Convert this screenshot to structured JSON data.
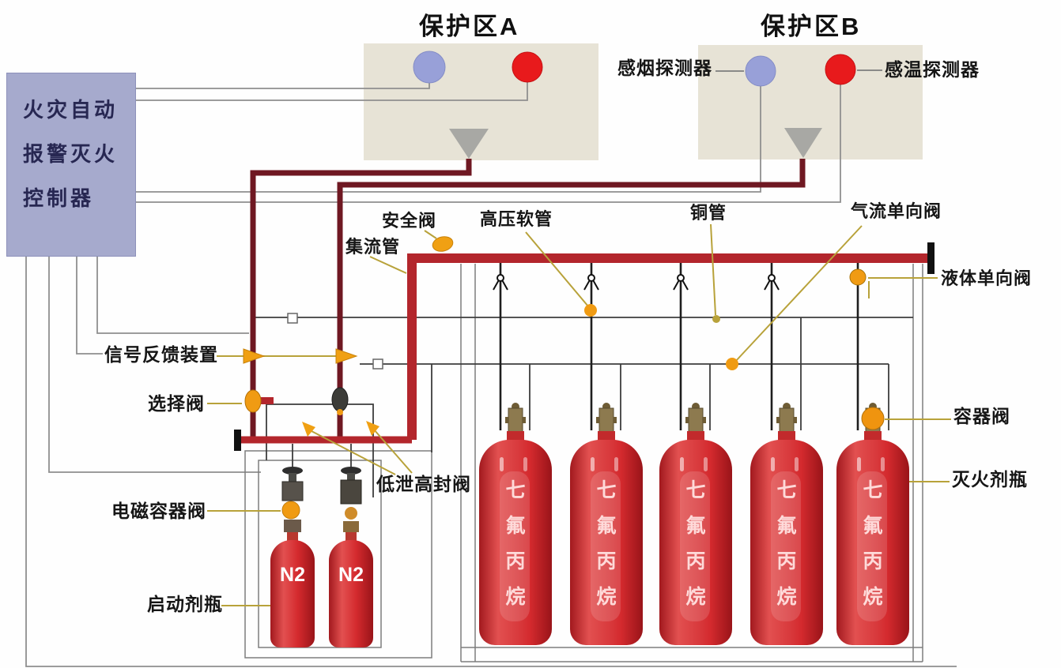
{
  "controller": {
    "line1": "火灾自动",
    "line2": "报警灭火",
    "line3": "控制器"
  },
  "zone_a": {
    "title": "保护区A"
  },
  "zone_b": {
    "title": "保护区B"
  },
  "labels": {
    "smoke_detector": "感烟探测器",
    "heat_detector": "感温探测器",
    "safety_valve": "安全阀",
    "high_pressure_hose": "高压软管",
    "copper_pipe": "铜管",
    "gas_check_valve": "气流单向阀",
    "manifold": "集流管",
    "liquid_check_valve": "液体单向阀",
    "signal_feedback": "信号反馈装置",
    "selector_valve": "选择阀",
    "container_valve": "容器阀",
    "agent_bottle": "灭火剂瓶",
    "low_leak_valve": "低泄高封阀",
    "solenoid_valve": "电磁容器阀",
    "starter_bottle": "启动剂瓶"
  },
  "bottles": {
    "agent_marking": "七氟丙烷",
    "n2_marking": "N2"
  },
  "colors": {
    "controller_fill": "#a6aacd",
    "zone_fill": "#e7e3d6",
    "pipe_dark_red": "#6f1822",
    "pipe_bright_red": "#b3262c",
    "valve_orange": "#f09b13",
    "bottle_red": "#d42a2e",
    "detector_blue": "#98a0d8",
    "detector_red": "#e81a1c",
    "pointer_olive": "#b8a23a",
    "wire_gray": "#8f8f8f"
  }
}
